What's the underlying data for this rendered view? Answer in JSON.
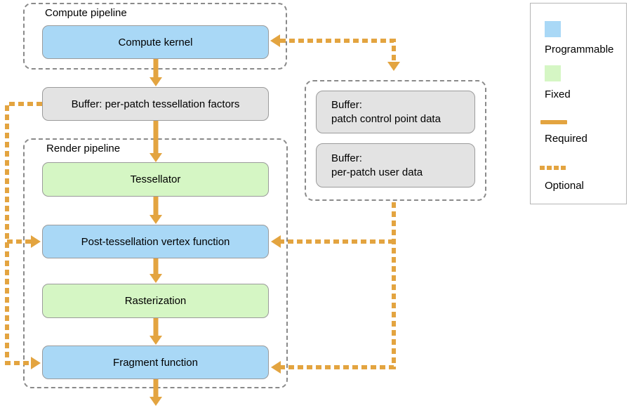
{
  "colors": {
    "programmable_fill": "#a9d8f6",
    "fixed_fill": "#d5f6c4",
    "buffer_fill": "#e3e3e3",
    "arrow_orange": "#e3a440",
    "box_border": "#9b9b9b",
    "container_border": "#8a8a8a",
    "legend_border": "#b5b5b5"
  },
  "compute_pipeline": {
    "label": "Compute pipeline",
    "compute_kernel": "Compute kernel"
  },
  "buffers": {
    "tess_factors": "Buffer: per-patch tessellation factors",
    "patch_control": {
      "line1": "Buffer:",
      "line2": "patch control point data"
    },
    "per_patch_user": {
      "line1": "Buffer:",
      "line2": "per-patch user data"
    }
  },
  "render_pipeline": {
    "label": "Render pipeline",
    "tessellator": "Tessellator",
    "post_tessellation_vertex_function": "Post-tessellation vertex function",
    "rasterization": "Rasterization",
    "fragment_function": "Fragment function"
  },
  "legend": {
    "programmable": "Programmable",
    "fixed": "Fixed",
    "required": "Required",
    "optional": "Optional"
  }
}
